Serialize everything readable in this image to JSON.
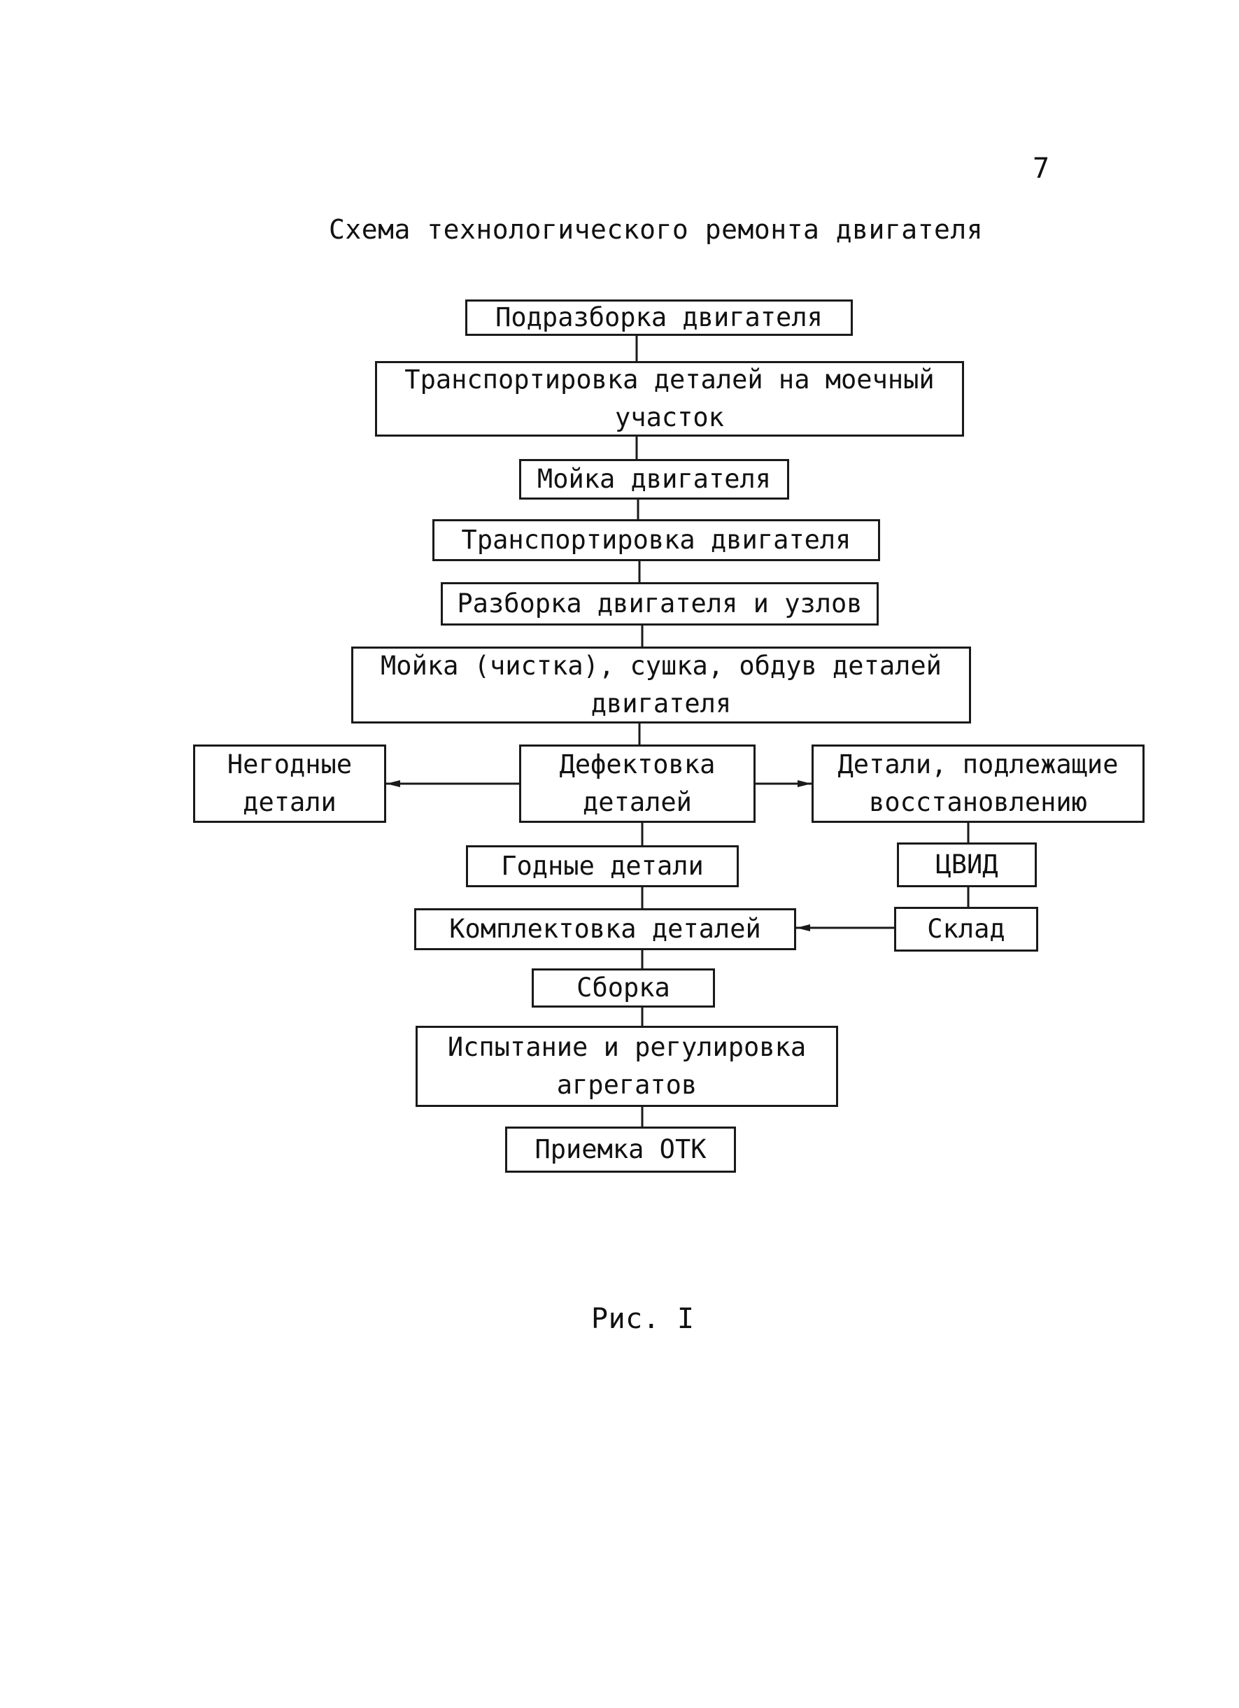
{
  "page_number": "7",
  "title": "Схема технологического ремонта двигателя",
  "caption": "Рис. I",
  "nodes": {
    "disassembly_partial": "Подразборка двигателя",
    "transport_to_washing": "Транспортировка деталей на моечный\nучасток",
    "engine_washing": "Мойка двигателя",
    "engine_transport": "Транспортировка двигателя",
    "disassembly_units": "Разборка двигателя и узлов",
    "parts_cleaning": "Мойка (чистка), сушка, обдув деталей\nдвигателя",
    "unusable_parts": "Негодные\nдетали",
    "defect_inspection": "Дефектовка\nдеталей",
    "parts_to_restore": "Детали, подлежащие\nвосстановлению",
    "usable_parts": "Годные детали",
    "tsvid": "ЦВИД",
    "parts_kitting": "Комплектовка деталей",
    "warehouse": "Склад",
    "assembly": "Сборка",
    "testing_adjustment": "Испытание и регулировка\nагрегатов",
    "qc_acceptance": "Приемка ОТК"
  }
}
